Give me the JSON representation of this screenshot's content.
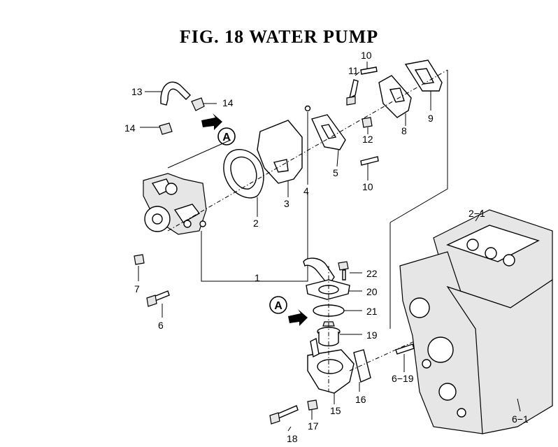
{
  "title": "FIG. 18  WATER PUMP",
  "marker_A": "A",
  "labels": {
    "l1": "1",
    "l2": "2",
    "l3": "3",
    "l4": "4",
    "l5": "5",
    "l6": "6",
    "l7": "7",
    "l8": "8",
    "l9": "9",
    "l10a": "10",
    "l10b": "10",
    "l11": "11",
    "l12": "12",
    "l13": "13",
    "l14a": "14",
    "l14b": "14",
    "l15": "15",
    "l16": "16",
    "l17": "17",
    "l18": "18",
    "l19": "19",
    "l20": "20",
    "l21": "21",
    "l22": "22",
    "l21b": "2−1",
    "l619": "6−19",
    "l61": "6−1"
  }
}
